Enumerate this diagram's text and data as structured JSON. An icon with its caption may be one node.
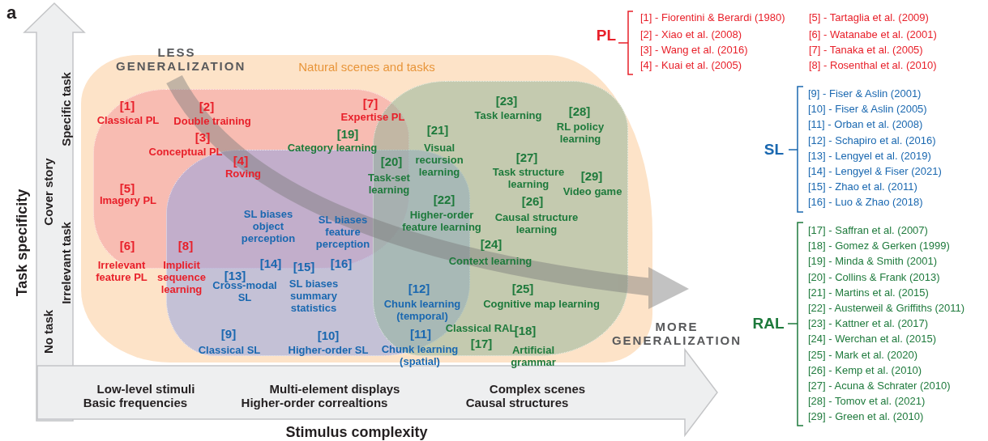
{
  "diagram": {
    "nodes": [
      {
        "text": [
          "Natural scenes and tasks"
        ]
      },
      {
        "text": [],
        "shape": "blob",
        "in": 0
      },
      {
        "text": [],
        "shape": "blob",
        "in": 0
      },
      {
        "text": [],
        "shape": "blob",
        "in": 0
      }
    ],
    "labels": [
      "a",
      "LESS GENERALIZATION",
      "PL",
      "[1] - Fiorentini & Berardi (1980)",
      "[2] - Xiao et al. (2008)",
      "[3] - Wang et al. (2016)",
      "[4] - Kuai et al. (2005)",
      "[5] - Tartaglia et al. (2009)",
      "[6] - Watanabe et al. (2001)",
      "[7] - Tanaka et al. (2005)",
      "[8] - Rosenthal et al. (2010)",
      "SL",
      "[9] - Fiser & Aslin (2001)",
      "[10] - Fiser & Aslin (2005)",
      "[11] - Orban et al. (2008)",
      "[12] - Schapiro et al. (2016)",
      "[13] - Lengyel et al. (2019)",
      "[14] - Lengyel & Fiser (2021)",
      "[15] - Zhao et al. (2011)",
      "[16] - Luo & Zhao (2018)",
      "RAL",
      "[17] - Saffran et al. (2007)",
      "[18] - Gomez & Gerken (1999)",
      "[19] - Minda & Smith (2001)",
      "[20] - Collins & Frank (2013)",
      "[21] - Martins et al. (2015)",
      "[22] - Austerweil & Griffiths (2011)",
      "[23] - Kattner et al. (2017)",
      "[24] - Werchan et al. (2015)",
      "[25] - Mark et al. (2020)",
      "[26] - Kemp et al. (2010)",
      "[27] - Acuna & Schrater (2010)",
      "[28] - Tomov et al. (2021)",
      "[29] - Green et al. (2010)",
      "[1]",
      "Classical PL",
      "[2]",
      "Double training",
      "[3]",
      "Conceptual PL",
      "[4]",
      "Roving",
      "[7]",
      "Expertise PL",
      "[23]",
      "Task learning",
      "[28]",
      "RL policy learning",
      "[21]",
      "Visual recursion learning",
      "[19]",
      "Category learning",
      "[5]",
      "Imagery PL",
      "[20]",
      "Task-set learning",
      "[27]",
      "Task structure learning",
      "[29]",
      "Video game",
      "[22]",
      "Higher-order feature learning",
      "[26]",
      "Causal structure learning",
      "SL biases object perception",
      "SL biases feature perception",
      "[24]",
      "Context learning",
      "[6]",
      "Irrelevant feature PL",
      "[8]",
      "Implicit sequence learning",
      "[14]",
      "[15]",
      "[16]",
      "[13]",
      "Cross-modal SL",
      "SL biases summary statistics",
      "[12]",
      "Chunk learning (temporal)",
      "[25]",
      "Cognitive map learning",
      "Classical RAL",
      "[18]",
      "[17]",
      "Artificial grammar",
      "[9]",
      "Classical SL",
      "[10]",
      "Higher-order SL",
      "[11]",
      "Chunk learning (spatial)",
      "MORE GENERALIZATION",
      "Task specificity",
      "Specific task",
      "Cover story",
      "Irrelevant task",
      "No task",
      "Low-level stimuli",
      "Basic frequencies",
      "Multi-element displays",
      "Higher-order correaltions",
      "Complex scenes",
      "Causal structures",
      "Stimulus complexity"
    ]
  }
}
